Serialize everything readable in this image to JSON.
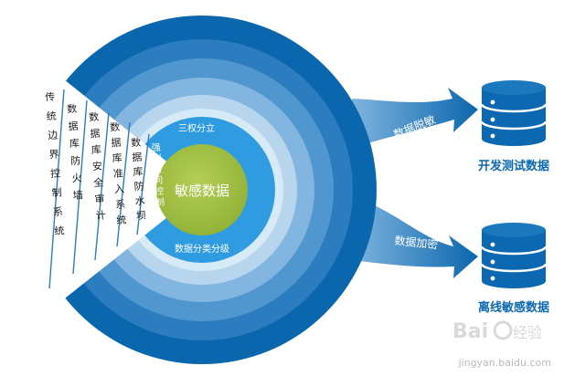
{
  "core": {
    "label": "敏感数据"
  },
  "rings": {
    "top_label": "三权分立",
    "bottom_label": "数据分类分级"
  },
  "sector_columns": [
    "传统边界控制系统",
    "数据库防火墙",
    "数据库安全审计",
    "数据库准入系统",
    "数据库防水坝",
    "强制访问控制"
  ],
  "flows": [
    {
      "label": "数据脱敏",
      "target": "开发测试数据"
    },
    {
      "label": "数据加密",
      "target": "离线敏感数据"
    }
  ],
  "watermark": {
    "brand": "Baidu 经验",
    "url": "jingyan.baidu.com"
  },
  "colors": {
    "ring_dark": "#0b67ad",
    "ring_light": "#d7eaf7",
    "core": "#9cbd3c",
    "inner_blue": "#2f9be0",
    "db_blue": "#0c68b0"
  }
}
